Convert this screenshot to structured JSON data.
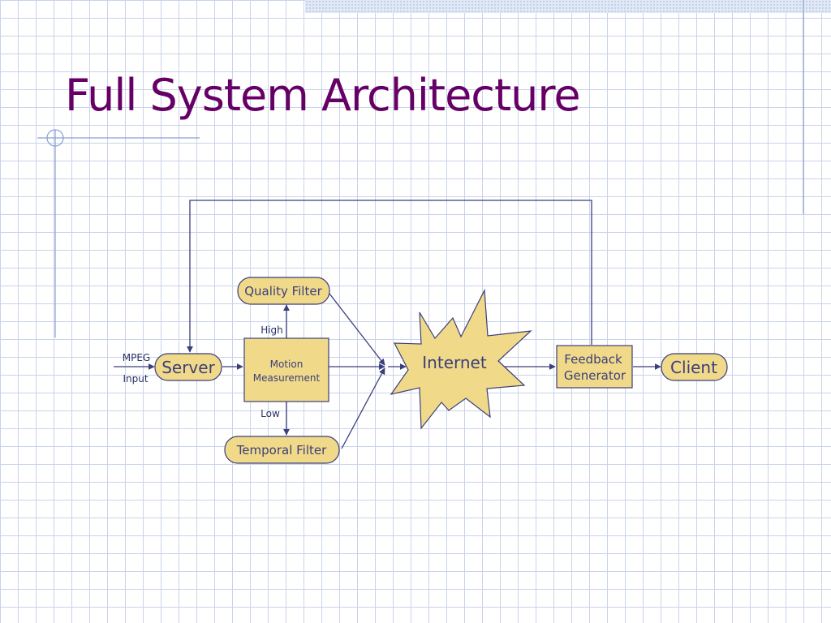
{
  "slide": {
    "title": "Full System Architecture"
  },
  "diagram": {
    "input_label_line1": "MPEG",
    "input_label_line2": "Input",
    "server": "Server",
    "motion_line1": "Motion",
    "motion_line2": "Measurement",
    "high_label": "High",
    "low_label": "Low",
    "quality_filter": "Quality Filter",
    "temporal_filter": "Temporal Filter",
    "internet": "Internet",
    "feedback_line1": "Feedback",
    "feedback_line2": "Generator",
    "client": "Client"
  },
  "colors": {
    "title": "#660066",
    "node_fill": "#f1d98a",
    "stroke": "#3b3f7a",
    "grid": "#c9d3ea"
  }
}
